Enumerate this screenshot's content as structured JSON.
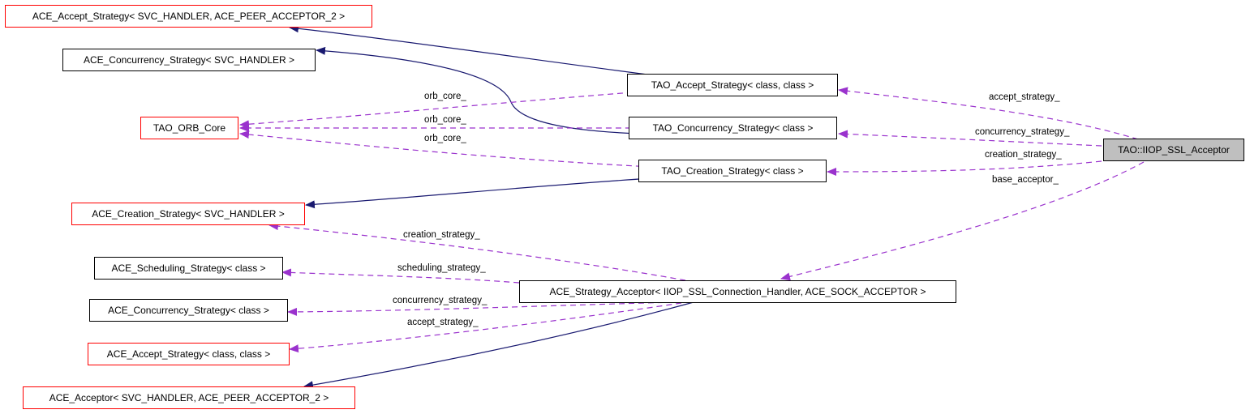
{
  "diagram": {
    "title": "TAO::IIOP_SSL_Acceptor collaboration graph",
    "colors": {
      "inheritance": "#191970",
      "usage": "#9a32cd",
      "node_border_documented": "#000000",
      "node_border_undocumented": "#ff0000",
      "focus_fill": "#bfbfbf"
    },
    "nodes": {
      "ace_accept_strategy_svc": "ACE_Accept_Strategy< SVC_HANDLER, ACE_PEER_ACCEPTOR_2 >",
      "ace_concurrency_strategy_svc": "ACE_Concurrency_Strategy< SVC_HANDLER >",
      "tao_orb_core": "TAO_ORB_Core",
      "tao_accept_strategy": "TAO_Accept_Strategy< class, class >",
      "tao_concurrency_strategy": "TAO_Concurrency_Strategy< class >",
      "tao_creation_strategy": "TAO_Creation_Strategy< class >",
      "tao_iiop_ssl_acceptor": "TAO::IIOP_SSL_Acceptor",
      "ace_creation_strategy_svc": "ACE_Creation_Strategy< SVC_HANDLER >",
      "ace_scheduling_strategy": "ACE_Scheduling_Strategy< class >",
      "ace_strategy_acceptor": "ACE_Strategy_Acceptor< IIOP_SSL_Connection_Handler, ACE_SOCK_ACCEPTOR >",
      "ace_concurrency_strategy_class": "ACE_Concurrency_Strategy< class >",
      "ace_accept_strategy_class": "ACE_Accept_Strategy< class, class >",
      "ace_acceptor": "ACE_Acceptor< SVC_HANDLER, ACE_PEER_ACCEPTOR_2 >"
    },
    "edge_labels": {
      "orb_core_1": "orb_core_",
      "orb_core_2": "orb_core_",
      "orb_core_3": "orb_core_",
      "accept_strategy_top": "accept_strategy_",
      "concurrency_strategy_top": "concurrency_strategy_",
      "creation_strategy_top": "creation_strategy_",
      "base_acceptor": "base_acceptor_",
      "creation_strategy_bottom": "creation_strategy_",
      "scheduling_strategy": "scheduling_strategy_",
      "concurrency_strategy_bottom": "concurrency_strategy_",
      "accept_strategy_bottom": "accept_strategy_"
    }
  }
}
